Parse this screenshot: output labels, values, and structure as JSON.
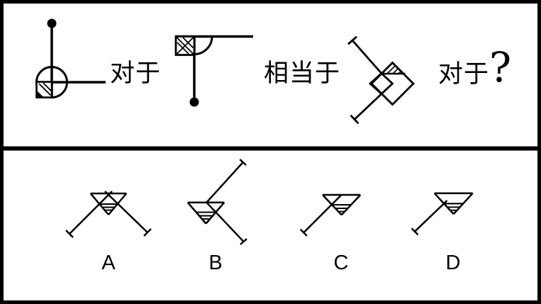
{
  "colors": {
    "ink": "#000000",
    "background": "#ffffff"
  },
  "relations": {
    "first": "对于",
    "second": "相当于",
    "third": "对于",
    "question_mark": "?"
  },
  "figures": {
    "figure1": "circle-with-hatched-square-quadrant-stem-dot-top",
    "figure2": "hatched-square-with-quarter-arc-stem-dot-bottom",
    "figure3": "double-diamond-with-hatched-triangle-and-capped-diagonals"
  },
  "options": [
    {
      "label": "A",
      "figure": "inverted-triangle-two-capped-legs-below"
    },
    {
      "label": "B",
      "figure": "inverted-triangle-two-capped-legs-right"
    },
    {
      "label": "C",
      "figure": "inverted-triangle-one-capped-leg-through-apex"
    },
    {
      "label": "D",
      "figure": "inverted-triangle-one-capped-leg-to-edge"
    }
  ]
}
